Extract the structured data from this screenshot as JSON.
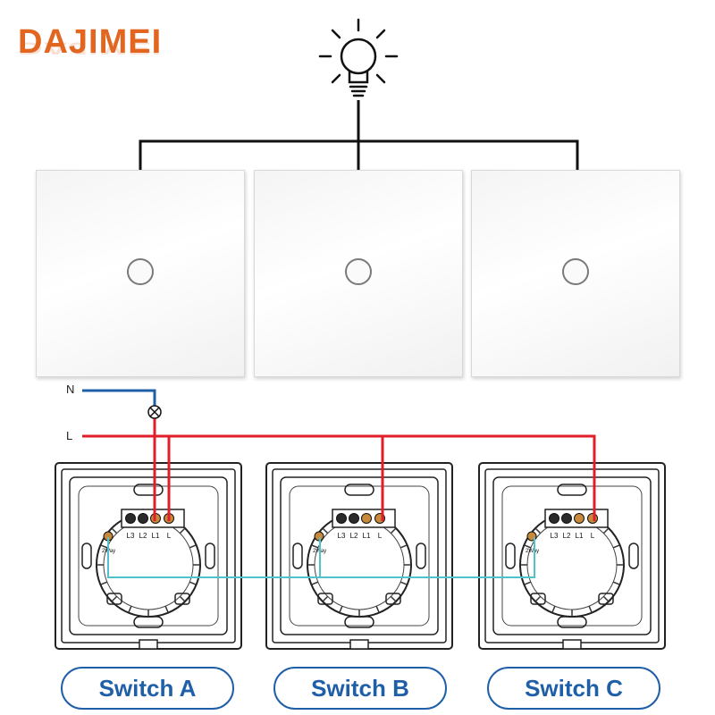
{
  "brand": {
    "logo_text": "DAJIMEI",
    "color": "#e2661f"
  },
  "wires": {
    "neutral_label": "N",
    "live_label": "L",
    "neutral_color": "#1f5fa8",
    "live_color": "#e21d2a",
    "traveler_color": "#4fc3c9"
  },
  "modules": {
    "terminals": [
      "L3",
      "L2",
      "L1",
      "L"
    ],
    "two_way_label": "2Way"
  },
  "switches": [
    {
      "label": "Switch A"
    },
    {
      "label": "Switch B"
    },
    {
      "label": "Switch C"
    }
  ]
}
